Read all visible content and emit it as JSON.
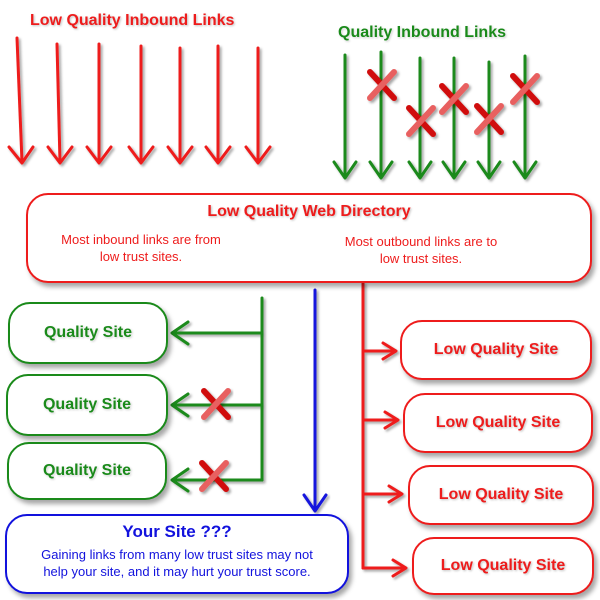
{
  "colors": {
    "red": "#ee1c1c",
    "green": "#1a8a1a",
    "blue": "#1212dd"
  },
  "headings": {
    "low_quality_inbound": "Low Quality Inbound Links",
    "quality_inbound": "Quality Inbound Links"
  },
  "directory": {
    "title": "Low Quality Web Directory",
    "inbound_note_line1": "Most inbound links are from",
    "inbound_note_line2": "low trust sites.",
    "outbound_note_line1": "Most outbound links are to",
    "outbound_note_line2": "low trust sites."
  },
  "quality_sites": [
    {
      "label": "Quality Site",
      "link_blocked": false
    },
    {
      "label": "Quality Site",
      "link_blocked": true
    },
    {
      "label": "Quality Site",
      "link_blocked": true
    }
  ],
  "low_quality_sites": [
    {
      "label": "Low Quality Site"
    },
    {
      "label": "Low Quality Site"
    },
    {
      "label": "Low Quality Site"
    },
    {
      "label": "Low Quality Site"
    }
  ],
  "your_site": {
    "title": "Your Site ???",
    "line1": "Gaining links from many low trust sites may not",
    "line2": "help your site, and it may hurt your trust score."
  },
  "inbound_arrows": {
    "low_quality_count": 7,
    "quality_count": 6,
    "quality_blocked_count": 5
  }
}
